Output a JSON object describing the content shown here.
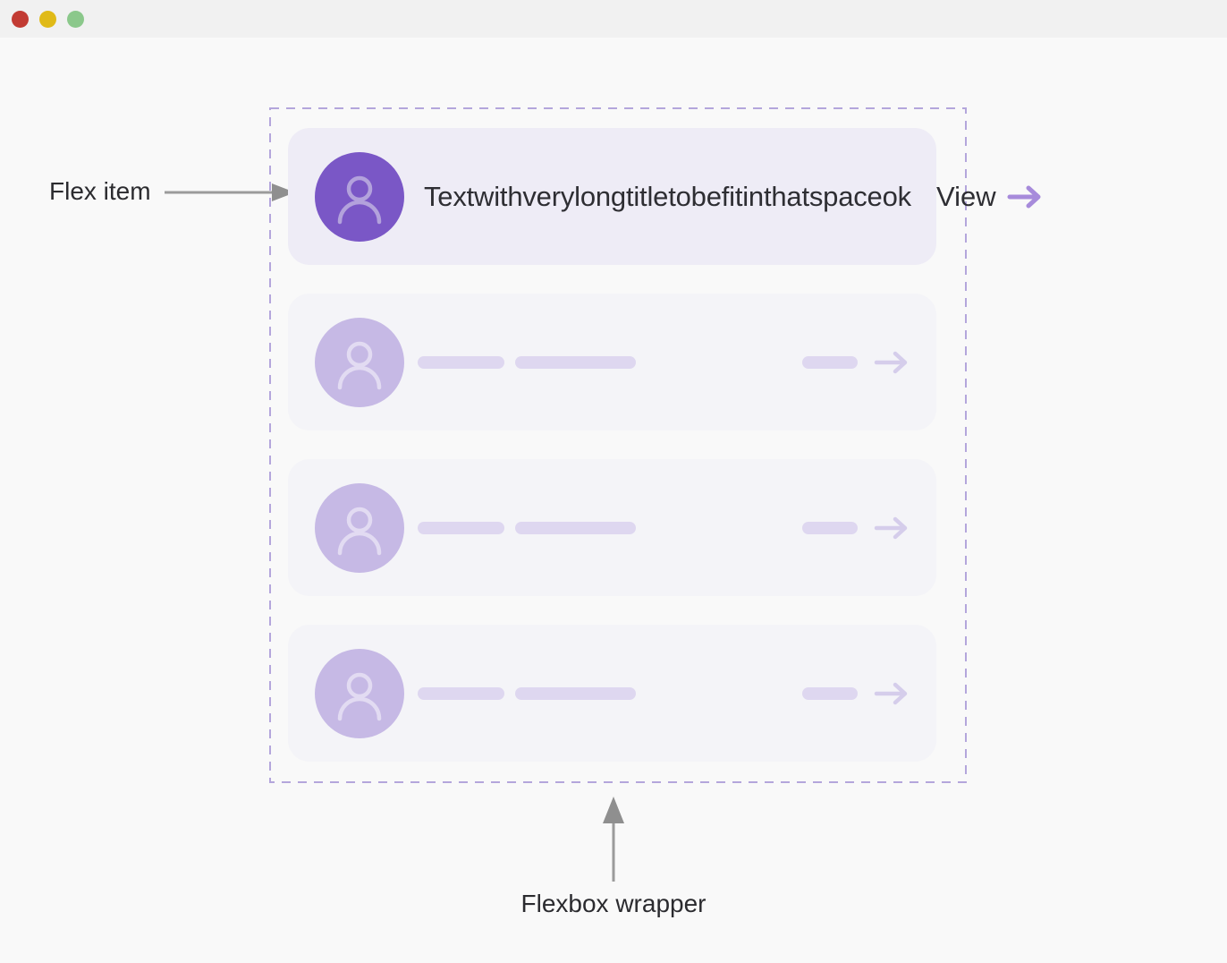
{
  "titlebar": {
    "buttons": [
      {
        "name": "close",
        "color": "#c23b33"
      },
      {
        "name": "minimize",
        "color": "#e0ba17"
      },
      {
        "name": "zoom",
        "color": "#8bc88b"
      }
    ]
  },
  "annotations": {
    "flex_item": "Flex item",
    "flexbox_wrapper": "Flexbox wrapper"
  },
  "flex_demo": {
    "items": [
      {
        "type": "card",
        "title": "Textwithverylongtitletobefitinthatspaceok",
        "action": "View",
        "action_icon": "arrow-right"
      },
      {
        "type": "placeholder-card"
      },
      {
        "type": "placeholder-card"
      },
      {
        "type": "placeholder-card"
      }
    ]
  },
  "colors": {
    "page_bg": "#f9f9f9",
    "titlebar_bg": "#f1f1f1",
    "wrapper_border": "#b4a6dc",
    "card_active_bg": "#eeecf6",
    "card_muted_bg": "#f4f4f8",
    "avatar_accent": "#7a57c6",
    "avatar_accent_icon": "#b3a2dc",
    "avatar_muted": "#c6b9e5",
    "avatar_muted_icon": "#e2dbf2",
    "title_text": "#2e2e33",
    "view_arrow": "#a78bdb",
    "placeholder_bar": "#ded7f0",
    "placeholder_arrow": "#d5cdeb",
    "annotation_arrow": "#999999"
  }
}
